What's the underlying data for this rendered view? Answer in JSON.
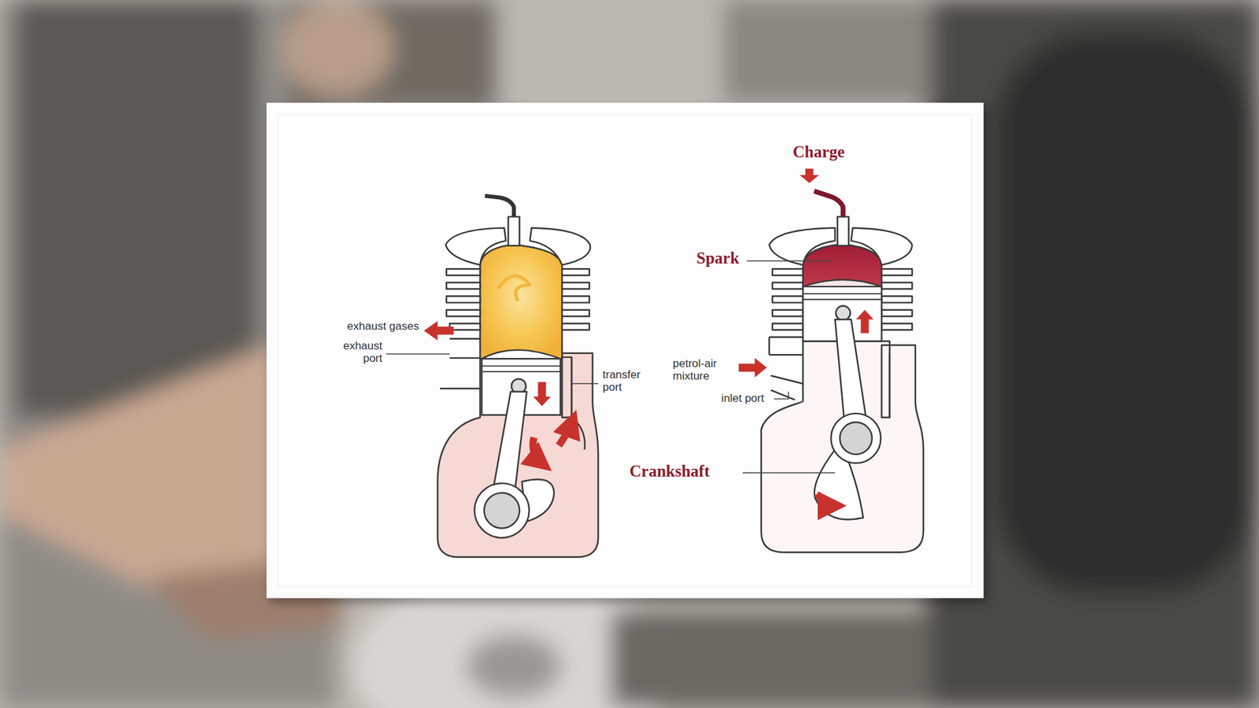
{
  "diagram": {
    "labels": [
      "Charge",
      "Spark",
      "exhaust gases",
      "exhaust port",
      "transfer port",
      "petrol-air mixture",
      "inlet port",
      "Crankshaft"
    ]
  }
}
